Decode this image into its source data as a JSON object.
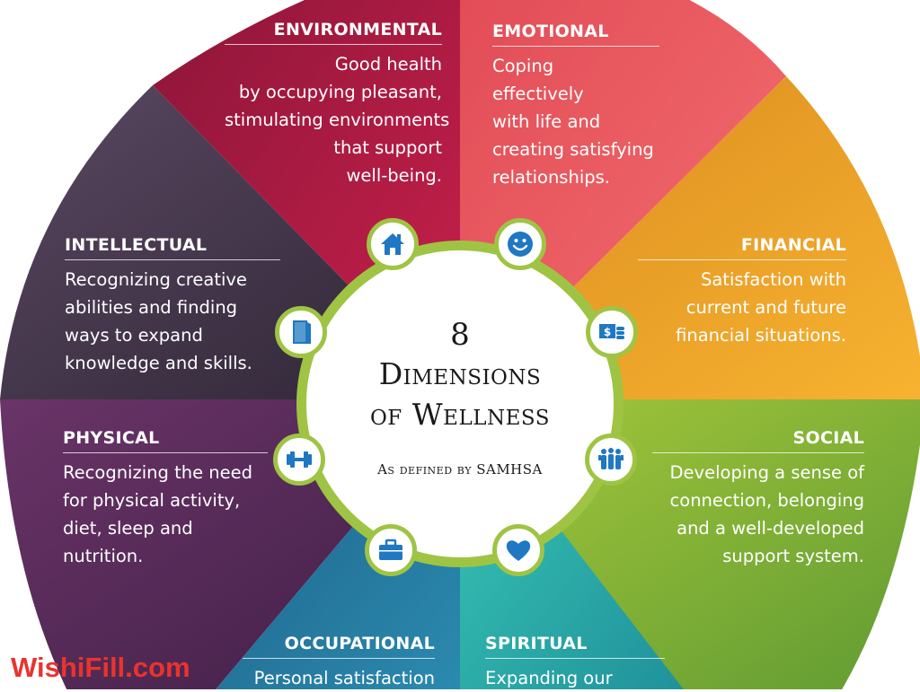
{
  "colors": {
    "environmental": "#b51f45",
    "emotional": "#ed5b60",
    "financial": "#f1a12a",
    "social": "#8ab83a",
    "spiritual": "#2fb7a8",
    "occupational": "#2a7fa0",
    "physical": "#5e2d5f",
    "intellectual": "#4b3a55",
    "ring": "#9fc444",
    "icon": "#1f78c1"
  },
  "center": {
    "number": "8",
    "line1": "Dimensions",
    "line2": "of Wellness",
    "subtitle": "As defined by SAMHSA"
  },
  "dimensions": {
    "environmental": {
      "title": "ENVIRONMENTAL",
      "lines": [
        "Good health",
        "by occupying pleasant,",
        "stimulating environments",
        "that support",
        "well-being."
      ]
    },
    "emotional": {
      "title": "EMOTIONAL",
      "lines": [
        "Coping",
        "effectively",
        "with life and",
        "creating satisfying",
        "relationships."
      ]
    },
    "intellectual": {
      "title": "INTELLECTUAL",
      "lines": [
        "Recognizing creative",
        "abilities and finding",
        "ways to expand",
        "knowledge and skills."
      ]
    },
    "financial": {
      "title": "FINANCIAL",
      "lines": [
        "Satisfaction with",
        "current and future",
        "financial situations."
      ]
    },
    "physical": {
      "title": "PHYSICAL",
      "lines": [
        "Recognizing the need",
        "for physical activity,",
        "diet, sleep and",
        "nutrition."
      ]
    },
    "social": {
      "title": "SOCIAL",
      "lines": [
        "Developing a sense of",
        "connection, belonging",
        "and a well-developed",
        "support system."
      ]
    },
    "occupational": {
      "title": "OCCUPATIONAL",
      "lines": [
        "Personal satisfaction"
      ]
    },
    "spiritual": {
      "title": "SPIRITUAL",
      "lines": [
        "Expanding our"
      ]
    }
  },
  "icons": {
    "environmental": "house-icon",
    "emotional": "smiley-icon",
    "financial": "money-icon",
    "social": "people-icon",
    "spiritual": "heart-icon",
    "occupational": "briefcase-icon",
    "physical": "dumbbell-icon",
    "intellectual": "book-icon"
  },
  "watermark": "WishiFill.com"
}
